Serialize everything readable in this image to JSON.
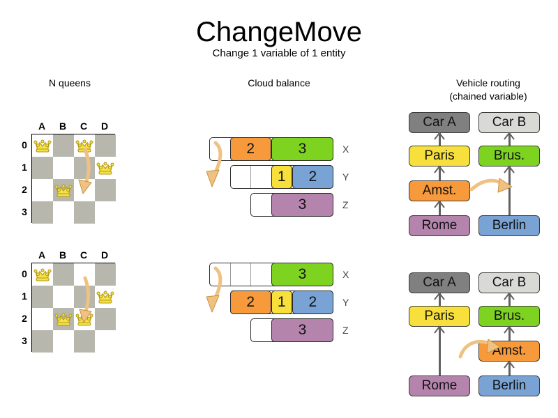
{
  "header": {
    "title": "ChangeMove",
    "subtitle": "Change 1 variable of 1 entity"
  },
  "sections": [
    {
      "id": "n-queens",
      "label": "N queens"
    },
    {
      "id": "cloud-balance",
      "label": "Cloud balance"
    },
    {
      "id": "vehicle-routing",
      "label_line1": "Vehicle routing",
      "label_line2": "(chained variable)"
    }
  ],
  "colors": {
    "board_light": "#ffffff",
    "board_dark": "#b7b7ad",
    "queen_fill": "#f5e14b",
    "queen_stroke": "#b39a12",
    "arrow_fill": "#efc183",
    "arrow_stroke": "#c8923c",
    "orange": "#f79a3c",
    "green": "#7ed321",
    "yellow": "#f7e03c",
    "blue": "#78a3d4",
    "purple": "#b584ad",
    "car_a_gray": "#808080",
    "car_b_gray": "#d9d9d6",
    "outline": "#2b2b2b"
  },
  "n_queens": {
    "files": [
      "A",
      "B",
      "C",
      "D"
    ],
    "ranks": [
      "0",
      "1",
      "2",
      "3"
    ],
    "before": {
      "queens": [
        {
          "file": "A",
          "rank": "0"
        },
        {
          "file": "C",
          "rank": "0"
        },
        {
          "file": "D",
          "rank": "1"
        },
        {
          "file": "B",
          "rank": "2"
        }
      ],
      "move_arrow": {
        "from": "C0",
        "to": "C2"
      }
    },
    "after": {
      "queens": [
        {
          "file": "A",
          "rank": "0"
        },
        {
          "file": "D",
          "rank": "1"
        },
        {
          "file": "B",
          "rank": "2"
        },
        {
          "file": "C",
          "rank": "2"
        }
      ],
      "move_arrow": {
        "from": "C0",
        "to": "C2"
      }
    }
  },
  "cloud_balance": {
    "computer_labels": [
      "X",
      "Y",
      "Z"
    ],
    "before": {
      "rows": [
        {
          "label": "X",
          "empty_slots": 1,
          "processes": [
            {
              "value": "2",
              "color": "orange",
              "width": 2
            },
            {
              "value": "3",
              "color": "green",
              "width": 3
            }
          ]
        },
        {
          "label": "Y",
          "empty_slots": 2,
          "processes": [
            {
              "value": "1",
              "color": "yellow",
              "width": 1
            },
            {
              "value": "2",
              "color": "blue",
              "width": 2
            }
          ]
        },
        {
          "label": "Z",
          "empty_slots": 1,
          "processes": [
            {
              "value": "3",
              "color": "purple",
              "width": 3
            }
          ]
        }
      ]
    },
    "after": {
      "rows": [
        {
          "label": "X",
          "empty_slots": 3,
          "processes": [
            {
              "value": "3",
              "color": "green",
              "width": 3
            }
          ]
        },
        {
          "label": "Y",
          "empty_slots": 0,
          "processes": [
            {
              "value": "2",
              "color": "orange",
              "width": 2
            },
            {
              "value": "1",
              "color": "yellow",
              "width": 1
            },
            {
              "value": "2",
              "color": "blue",
              "width": 2
            }
          ]
        },
        {
          "label": "Z",
          "empty_slots": 1,
          "processes": [
            {
              "value": "3",
              "color": "purple",
              "width": 3
            }
          ]
        }
      ]
    },
    "move_arrow": {
      "from": "X",
      "to": "Y"
    }
  },
  "vehicle_routing": {
    "before": {
      "chain_left": [
        "Car A",
        "Paris",
        "Amst.",
        "Rome"
      ],
      "chain_right": [
        "Car B",
        "Brus.",
        "Berlin"
      ],
      "moving_node": "Amst."
    },
    "after": {
      "chain_left": [
        "Car A",
        "Paris",
        "Rome"
      ],
      "chain_right": [
        "Car B",
        "Brus.",
        "Amst.",
        "Berlin"
      ],
      "moving_node": "Amst."
    },
    "node_colors": {
      "Car A": "car_a_gray",
      "Car B": "car_b_gray",
      "Paris": "yellow",
      "Brus.": "green",
      "Amst.": "orange",
      "Rome": "purple",
      "Berlin": "blue"
    }
  }
}
